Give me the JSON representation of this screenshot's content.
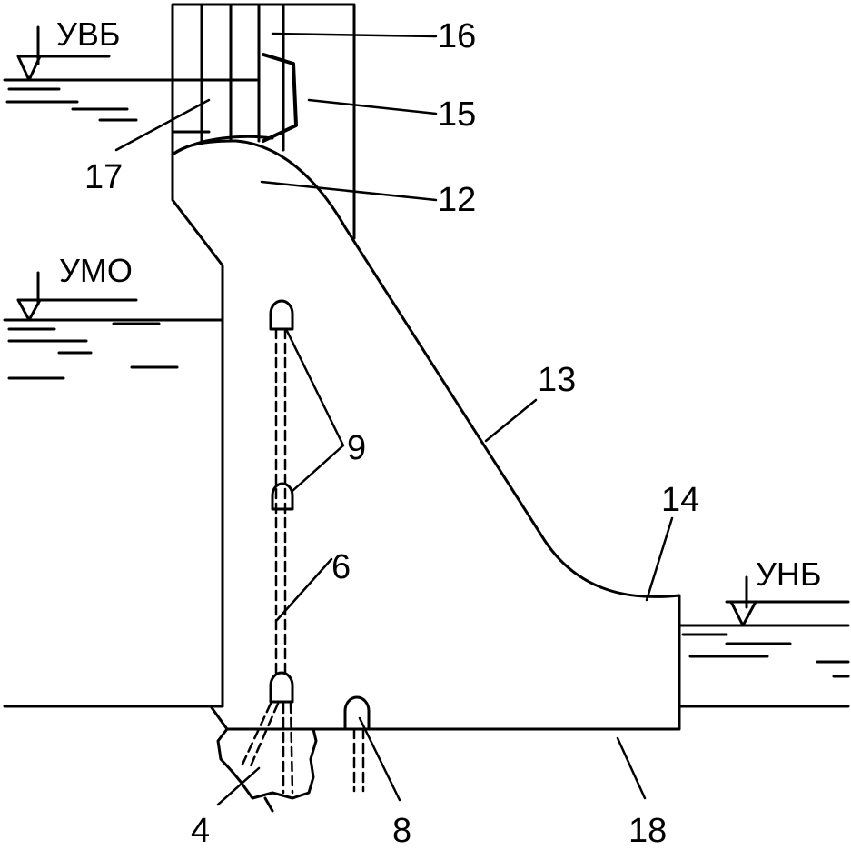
{
  "water_levels": {
    "headwater": "УВБ",
    "dead_storage": "УМО",
    "tailwater": "УНБ"
  },
  "callouts": {
    "c4": "4",
    "c6": "6",
    "c8": "8",
    "c9": "9",
    "c12": "12",
    "c13": "13",
    "c14": "14",
    "c15": "15",
    "c16": "16",
    "c17": "17",
    "c18": "18"
  }
}
